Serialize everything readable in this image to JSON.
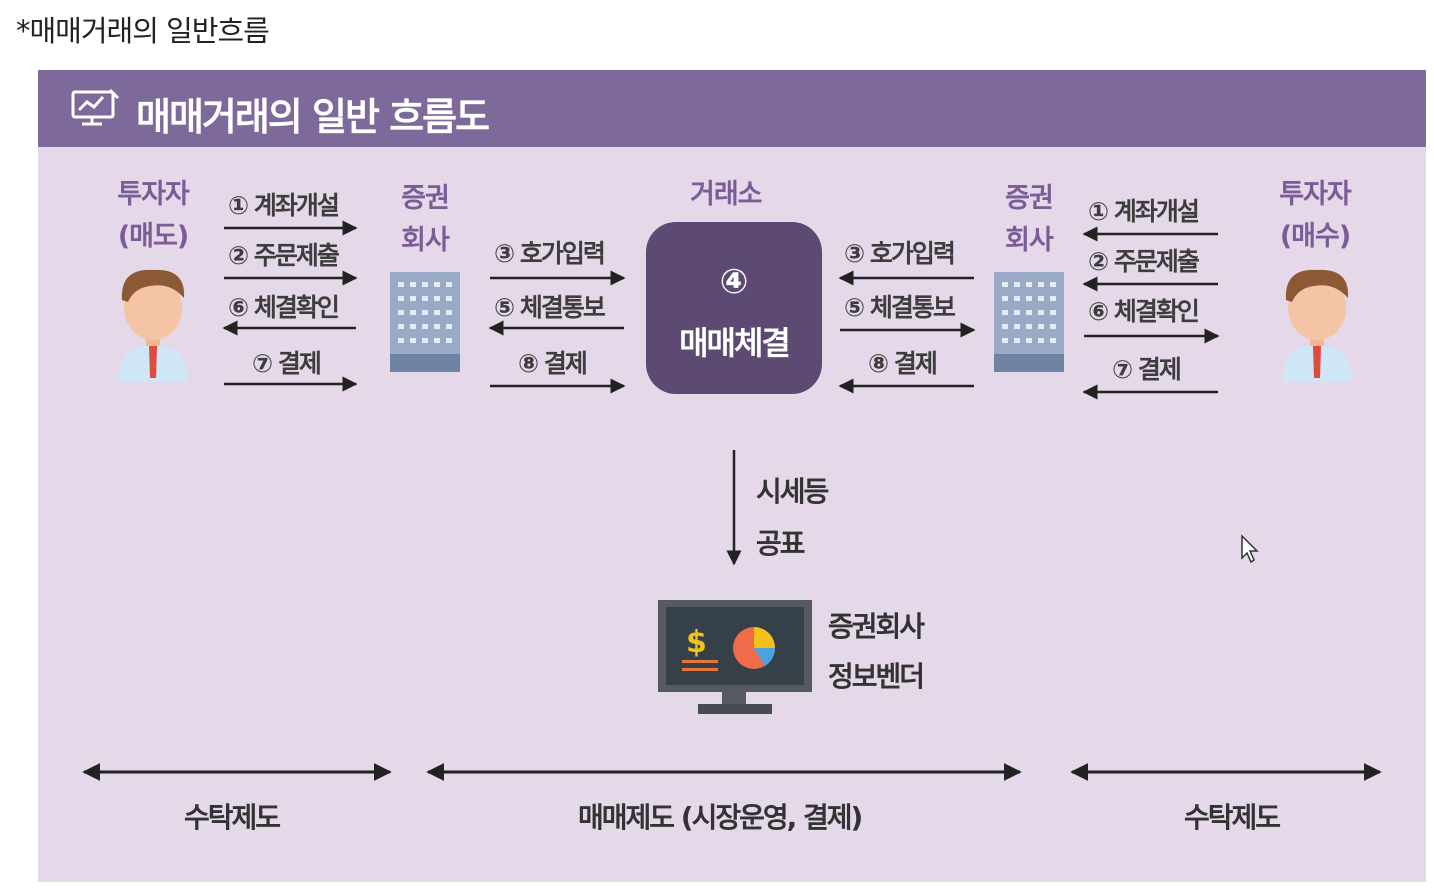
{
  "caption": "*매매거래의 일반흐름",
  "header": {
    "title": "매매거래의 일반 흐름도",
    "icon": "chart-monitor-icon"
  },
  "left": {
    "investor_line1": "투자자",
    "investor_line2": "(매도)",
    "broker_line1": "증권",
    "broker_line2": "회사",
    "steps_a": [
      "① 계좌개설",
      "② 주문제출",
      "⑥ 체결확인",
      "⑦ 결제"
    ],
    "steps_b": [
      "③ 호가입력",
      "⑤ 체결통보",
      "⑧ 결제"
    ]
  },
  "exchange": {
    "title": "거래소",
    "number": "④",
    "label": "매매체결"
  },
  "right": {
    "investor_line1": "투자자",
    "investor_line2": "(매수)",
    "broker_line1": "증권",
    "broker_line2": "회사",
    "steps_a": [
      "① 계좌개설",
      "② 주문제출",
      "⑥ 체결확인",
      "⑦ 결제"
    ],
    "steps_b": [
      "③ 호가입력",
      "⑤ 체결통보",
      "⑧ 결제"
    ]
  },
  "publish": {
    "line1": "시세등",
    "line2": "공표"
  },
  "vendor": {
    "line1": "증권회사",
    "line2": "정보벤더",
    "icon": "monitor-dollar-piechart-icon"
  },
  "bottom": {
    "left": "수탁제도",
    "center": "매매제도 (시장운영, 결제)",
    "right": "수탁제도"
  },
  "colors": {
    "header": "#7e6a9a",
    "panel": "#e5d8e9",
    "accent": "#7b5c97",
    "exchange_box": "#5d4a72"
  }
}
